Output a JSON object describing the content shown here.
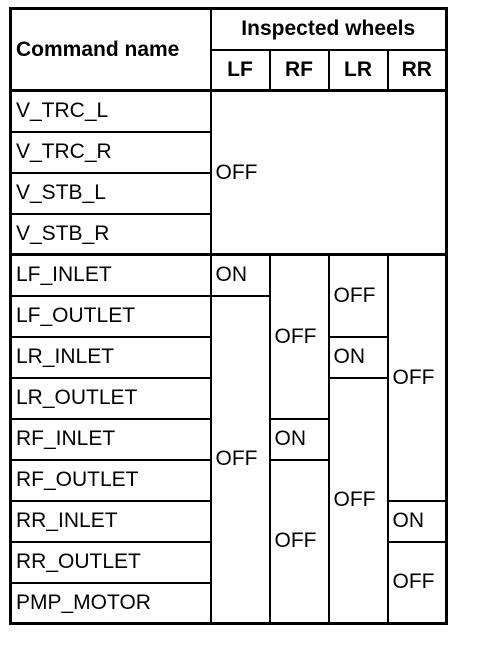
{
  "headers": {
    "command_name": "Command name",
    "inspected_wheels": "Inspected wheels",
    "wheels": [
      "LF",
      "RF",
      "LR",
      "RR"
    ]
  },
  "rows": [
    "V_TRC_L",
    "V_TRC_R",
    "V_STB_L",
    "V_STB_R",
    "LF_INLET",
    "LF_OUTLET",
    "LR_INLET",
    "LR_OUTLET",
    "RF_INLET",
    "RF_OUTLET",
    "RR_INLET",
    "RR_OUTLET",
    "PMP_MOTOR"
  ],
  "cells": {
    "v_group_all": "OFF",
    "lf_on": "ON",
    "lf_off": "OFF",
    "rf_off_top": "OFF",
    "rf_on": "ON",
    "rf_off_bottom": "OFF",
    "lr_off_top": "OFF",
    "lr_on": "ON",
    "lr_off_bottom": "OFF",
    "rr_off_top": "OFF",
    "rr_on": "ON",
    "rr_off_bottom": "OFF"
  }
}
